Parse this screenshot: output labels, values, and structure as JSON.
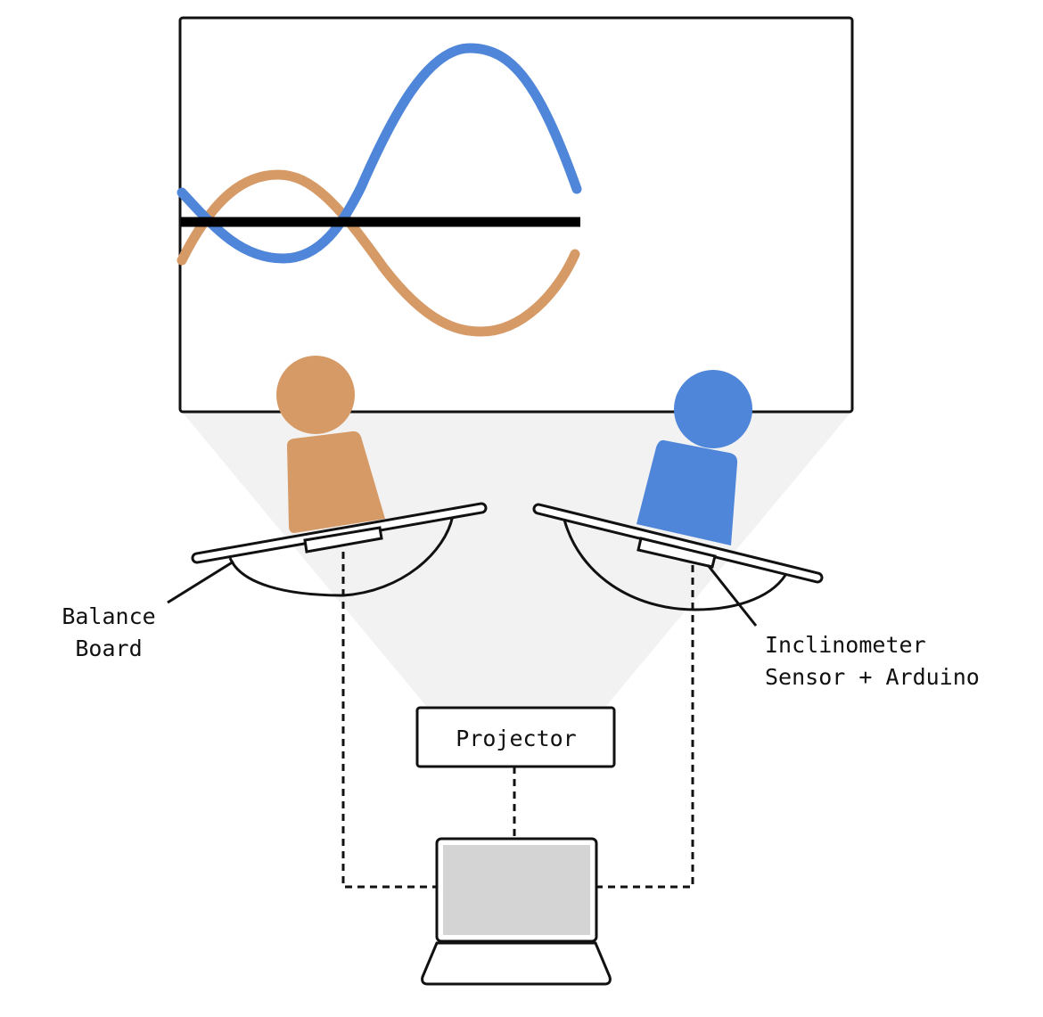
{
  "labels": {
    "balance_board_line1": "Balance",
    "balance_board_line2": "Board",
    "sensor_line1": "Inclinometer",
    "sensor_line2": "Sensor + Arduino",
    "projector": "Projector"
  },
  "colors": {
    "orange": "#D69A66",
    "blue": "#4F86D9",
    "black": "#000000",
    "projection_cone": "#F2F2F2",
    "laptop_screen": "#D4D4D4",
    "outline": "#111111"
  },
  "icons": {
    "person_left": "person-orange-icon",
    "person_right": "person-blue-icon",
    "laptop": "laptop-icon",
    "projector": "projector-box"
  }
}
